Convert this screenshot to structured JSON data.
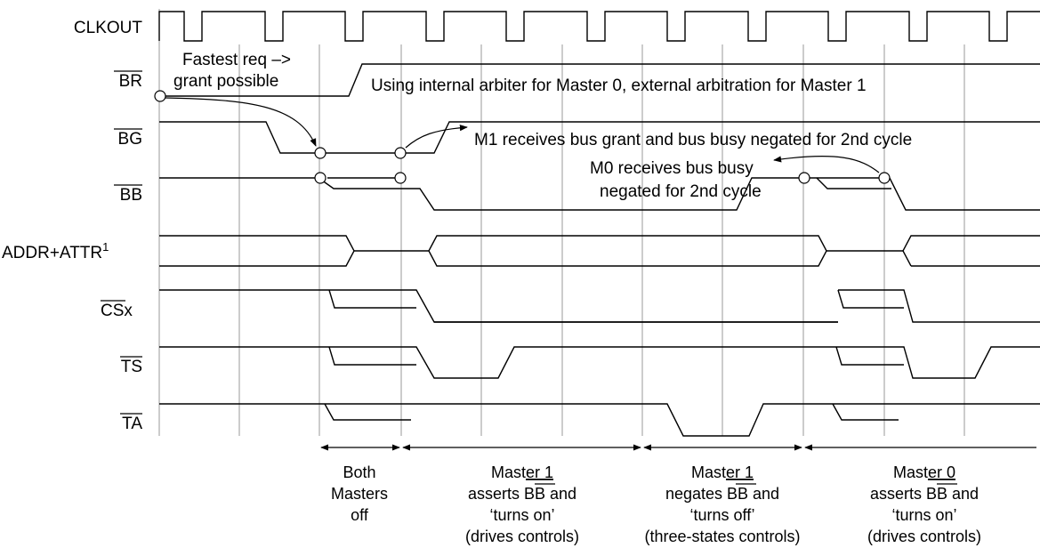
{
  "signals": {
    "clkout": "CLKOUT",
    "br": "BR",
    "bg": "BG",
    "bb": "BB",
    "addr": "ADDR+ATTR",
    "addr_sup": "1",
    "cs": "CS",
    "cs_suffix": "x",
    "ts": "TS",
    "ta": "TA"
  },
  "annotations": {
    "fastest_line1": "Fastest req –>",
    "fastest_line2": "grant possible",
    "arbiter": "Using internal arbiter for Master 0, external arbitration for Master 1",
    "m1_grant": "M1 receives bus grant and bus busy negated for 2nd cycle",
    "m0_line1": "M0 receives bus busy",
    "m0_line2": "negated for 2nd cycle"
  },
  "phases": {
    "p1": {
      "l1": "Both",
      "l2": "Masters",
      "l3": "off"
    },
    "p2": {
      "l1a": "Mast",
      "l1b": "er 1",
      "l2a": "asserts ",
      "l2b": "BB",
      "l2c": " and",
      "l3": "‘turns on’",
      "l4": "(drives controls)"
    },
    "p3": {
      "l1a": "Mast",
      "l1b": "er 1",
      "l2a": "negates ",
      "l2b": "BB",
      "l2c": " and",
      "l3": "‘turns off’",
      "l4": "(three-states controls)"
    },
    "p4": {
      "l1a": "Mast",
      "l1b": "er 0",
      "l2a": "asserts ",
      "l2b": "BB",
      "l2c": " and",
      "l3": "‘turns on’",
      "l4": "(drives controls)"
    }
  }
}
